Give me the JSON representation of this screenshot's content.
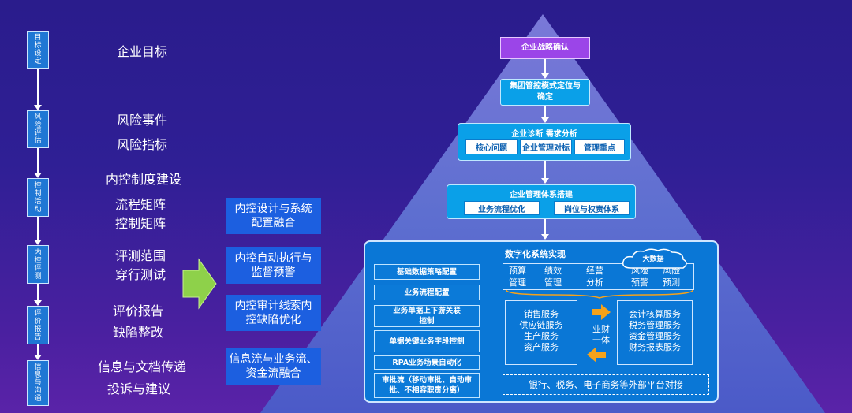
{
  "steps": [
    {
      "label": "目标设定"
    },
    {
      "label": "风险评估"
    },
    {
      "label": "控制活动"
    },
    {
      "label": "内控评测"
    },
    {
      "label": "评价报告"
    },
    {
      "label": "信息与沟通"
    }
  ],
  "left_texts": {
    "goal": "企业目标",
    "risk_event": "风险事件",
    "risk_index": "风险指标",
    "ic_system": "内控制度建设",
    "process_matrix": "流程矩阵",
    "control_matrix": "控制矩阵",
    "eval_scope": "评测范围",
    "walkthrough": "穿行测试",
    "eval_report": "评价报告",
    "defect_fix": "缺陷整改",
    "info_doc": "信息与文档传递",
    "complaint": "投诉与建议"
  },
  "middle_boxes": [
    "内控设计与系统配置融合",
    "内控自动执行与监督预警",
    "内控审计线索内控缺陷优化",
    "信息流与业务流、资金流融合"
  ],
  "pyramid": {
    "strategy": "企业战略确认",
    "group_control": "集团管控模式定位与确定",
    "diagnosis": {
      "title": "企业诊断 需求分析",
      "items": [
        "核心问题",
        "企业管理对标",
        "管理重点"
      ]
    },
    "mgmt_system": {
      "title": "企业管理体系搭建",
      "items": [
        "业务流程优化",
        "岗位与权责体系"
      ]
    },
    "digital": {
      "title": "数字化系统实现",
      "big_data": "大数据",
      "left_buttons": [
        "基础数据策略配置",
        "业务流程配置",
        "业务单据上下游关联控制",
        "单据关键业务字段控制",
        "RPA业务场景自动化",
        "审批流（移动审批、自动审批、不相容职责分离）"
      ],
      "top_items": [
        "预算管理",
        "绩效管理",
        "经营分析",
        "风险预警",
        "风险预测"
      ],
      "business_services": [
        "销售服务",
        "供应链服务",
        "生产服务",
        "资产服务"
      ],
      "integration": "业财一体",
      "finance_services": [
        "会计核算服务",
        "税务管理服务",
        "资金管理服务",
        "财务报表服务"
      ],
      "external": "银行、税务、电子商务等外部平台对接"
    }
  },
  "colors": {
    "step_box": "#1f77d4",
    "middle_box": "#1c5fe0",
    "pyramid_box": "#0aa0e8",
    "strategy_box": "#9b45e8",
    "big_arrow": "#8ed14a",
    "orange_arrow": "#f6a21a"
  }
}
